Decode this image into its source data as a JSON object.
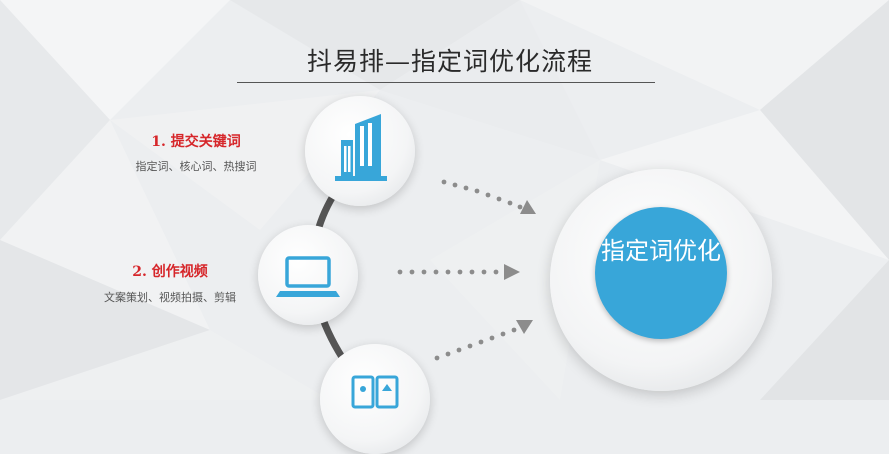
{
  "title": "抖易排—指定词优化流程",
  "steps": [
    {
      "title": "1. 提交关键词",
      "desc": "指定词、核心词、热搜词",
      "icon": "building-icon"
    },
    {
      "title": "2. 创作视频",
      "desc": "文案策划、视频拍摄、剪辑",
      "icon": "laptop-icon"
    },
    {
      "title": "",
      "desc": "",
      "icon": "mobile-upload-icon"
    }
  ],
  "hub": {
    "label": "指定词优化"
  },
  "colors": {
    "accent": "#38a6d9",
    "step_title": "#d6262a",
    "connector": "#555555",
    "arrow": "#8c8c8c"
  }
}
